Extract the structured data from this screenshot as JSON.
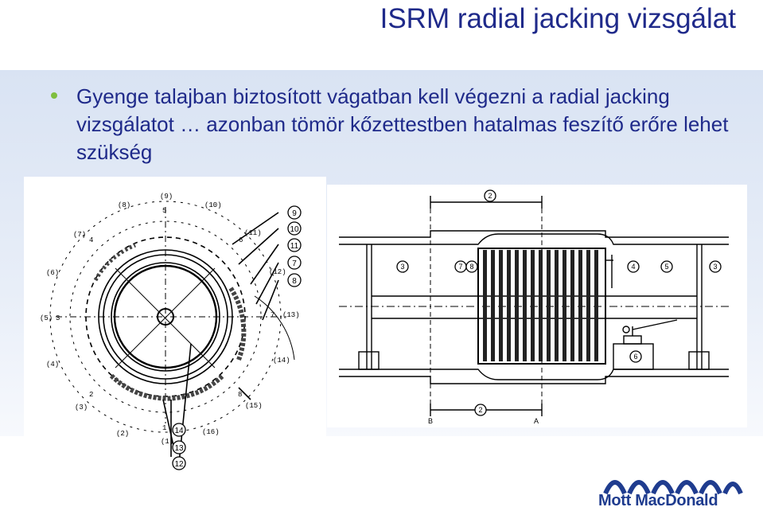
{
  "slide": {
    "title": "ISRM radial jacking vizsgálat",
    "bullet": "Gyenge talajban biztosított vágatban kell végezni a radial jacking vizsgálatot … azonban tömör kőzettestben hatalmas feszítő erőre lehet szükség"
  },
  "left_figure": {
    "labels": [
      "(9)",
      "(8)",
      "5",
      "(10)",
      "(7)",
      "4",
      "(11)",
      "6",
      "(6)",
      "(12)",
      "(5)",
      "3",
      "7",
      "(13)",
      "(4)",
      "(14)",
      "2",
      "8",
      "(3)",
      "(15)",
      "1",
      "(2)",
      "(16)",
      "(1)"
    ],
    "circled": [
      "9",
      "10",
      "11",
      "7",
      "8",
      "14",
      "13",
      "12"
    ]
  },
  "right_figure": {
    "circled": [
      "2",
      "3",
      "7",
      "8",
      "4",
      "5",
      "3",
      "6",
      "2"
    ],
    "section_labels": [
      "B",
      "A"
    ]
  },
  "logo": {
    "text": "Mott MacDonald"
  },
  "colors": {
    "title": "#1f2a8a",
    "bullet": "#7fbf3f",
    "band": "#dde6f4",
    "logo": "#1f3c8f"
  }
}
